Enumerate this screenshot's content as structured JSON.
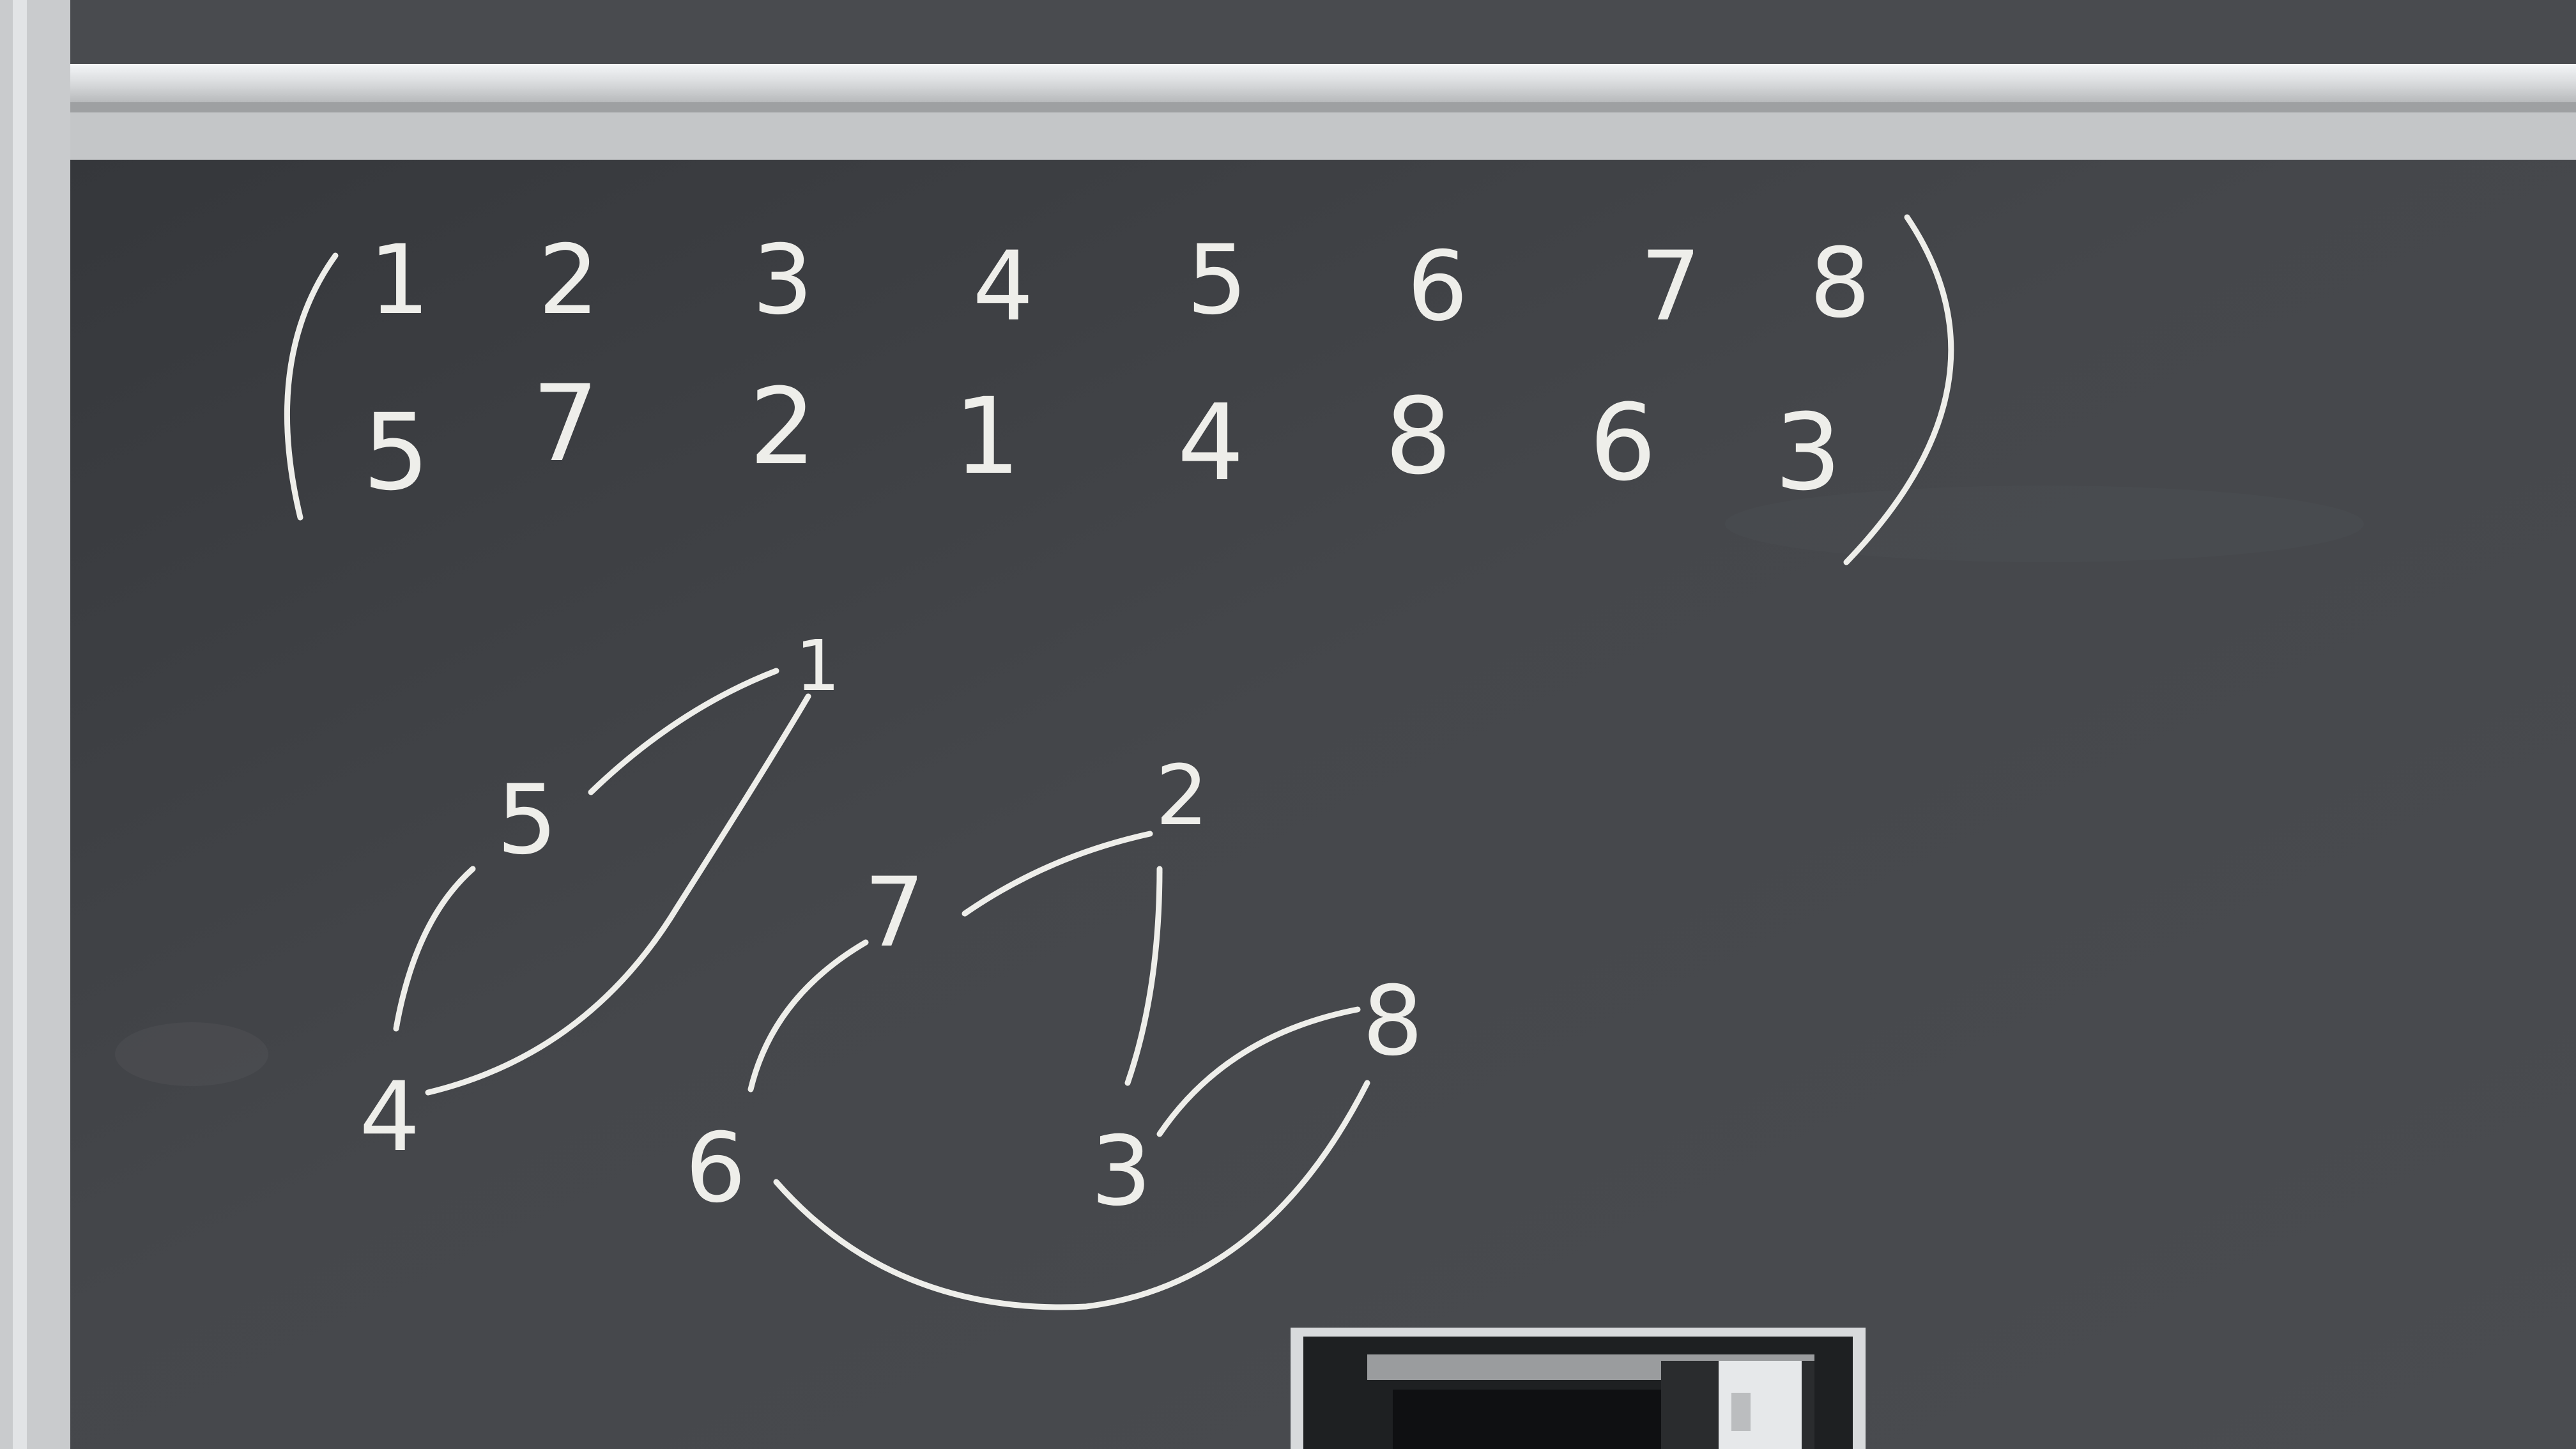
{
  "colors": {
    "chalk": "#eeeeea",
    "board": "#45474b",
    "board_dark": "#3a3c40",
    "frame": "#c9cbcd",
    "upper_panel": "#494b4f"
  },
  "permutation": {
    "top_row": [
      "1",
      "2",
      "3",
      "4",
      "5",
      "6",
      "7",
      "8"
    ],
    "bottom_row": [
      "5",
      "7",
      "2",
      "1",
      "4",
      "8",
      "6",
      "3"
    ]
  },
  "cycle_diagram": {
    "cycle_a": {
      "nodes": [
        "1",
        "5",
        "4"
      ],
      "arrows": [
        [
          "1",
          "5"
        ],
        [
          "5",
          "4"
        ],
        [
          "4",
          "1"
        ]
      ]
    },
    "cycle_b": {
      "nodes": [
        "2",
        "7",
        "6",
        "8",
        "3"
      ],
      "arrows": [
        [
          "2",
          "7"
        ],
        [
          "7",
          "6"
        ],
        [
          "6",
          "8"
        ],
        [
          "8",
          "3"
        ],
        [
          "3",
          "2"
        ]
      ]
    }
  }
}
